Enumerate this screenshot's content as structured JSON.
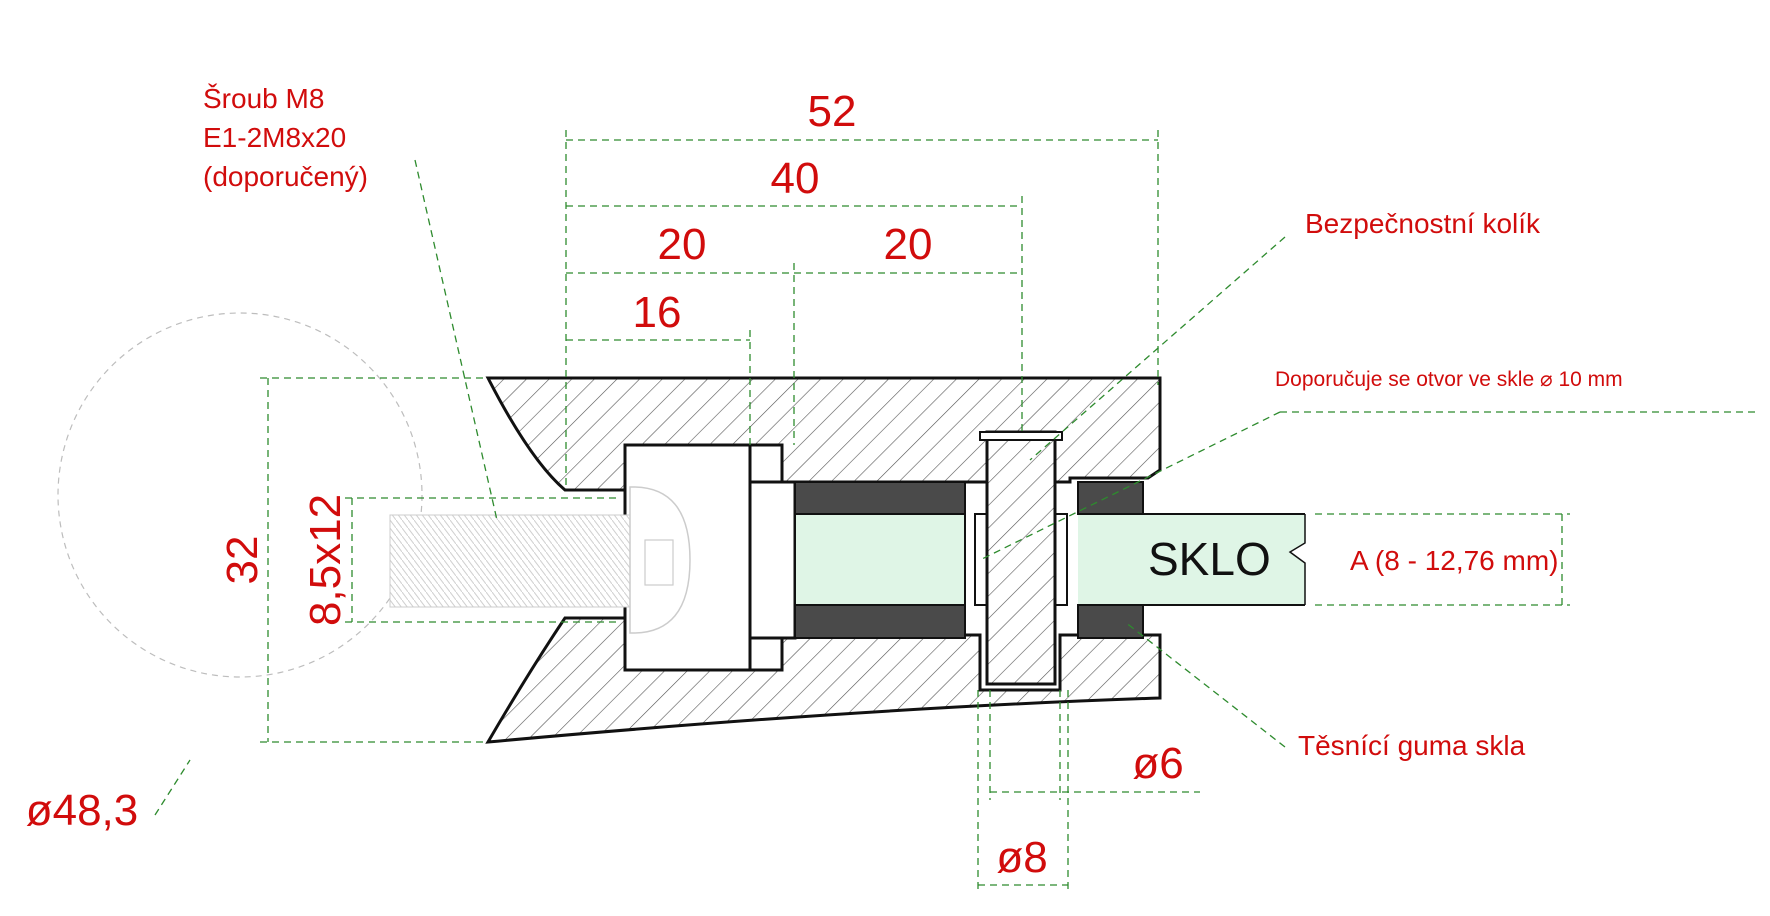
{
  "dimensions": {
    "d52": "52",
    "d40": "40",
    "d20_left": "20",
    "d20_right": "20",
    "d16": "16",
    "d32": "32",
    "d_slot": "8,5x12",
    "d_pipe": "ø48,3",
    "d_pin6": "ø6",
    "d_pin8": "ø8"
  },
  "labels": {
    "screw_line1": "Šroub M8",
    "screw_line2": "E1-2M8x20",
    "screw_line3": "(doporučený)",
    "safety_pin": "Bezpečnostní kolík",
    "glass_hole": "Doporučuje se otvor ve skle ⌀ 10 mm",
    "glass": "SKLO",
    "glass_thickness": "A (8 - 12,76 mm)",
    "gasket": "Těsnící guma skla"
  },
  "colors": {
    "dimension_text": "#d10c0c",
    "dimension_lines": "#2e8b2e",
    "glass_fill": "#dff5e6",
    "gasket_fill": "#4a4a4a",
    "outline": "#111111"
  }
}
